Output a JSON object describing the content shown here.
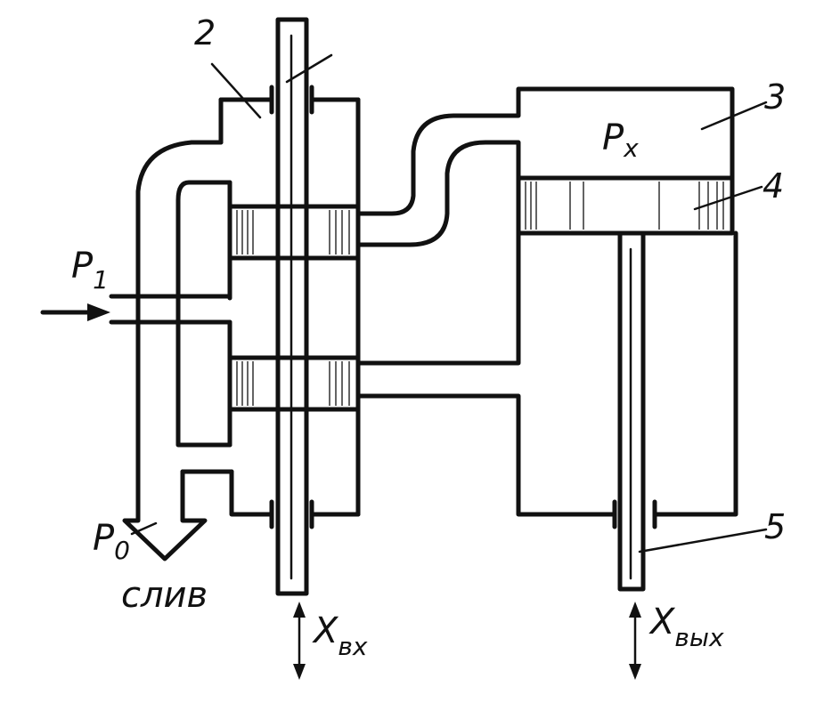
{
  "labels": {
    "callout_2": "2",
    "callout_3": "3",
    "callout_4": "4",
    "callout_5": "5",
    "pressure_x": "P",
    "pressure_x_sub": "x",
    "pressure_1": "P",
    "pressure_1_sub": "1",
    "pressure_0": "P",
    "pressure_0_sub": "0",
    "drain": "слив",
    "input": "X",
    "input_sub": "вх",
    "output": "X",
    "output_sub": "вых"
  }
}
